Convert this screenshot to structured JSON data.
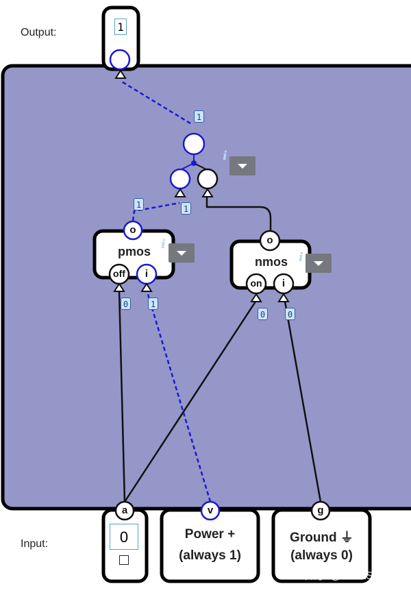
{
  "labels": {
    "output": "Output:",
    "input": "Input:"
  },
  "output_value": "1",
  "input_a": {
    "port": "a",
    "value": "0"
  },
  "power": {
    "port": "v",
    "line1": "Power +",
    "line2": "(always 1)"
  },
  "ground": {
    "port": "g",
    "line1": "Ground ⏚",
    "line2": "(always 0)"
  },
  "pmos": {
    "name": "pmos",
    "out_port": "o",
    "ctrl_port": "off",
    "in_port": "i",
    "ctrl_value": "0",
    "in_value": "1",
    "out_value": "1"
  },
  "nmos": {
    "name": "nmos",
    "out_port": "o",
    "ctrl_port": "on",
    "in_port": "i",
    "ctrl_value": "0",
    "in_value": "0"
  },
  "merge": {
    "out_value": "1",
    "in_value": "1"
  },
  "info_symbol": "i",
  "watermark": "知乎 @ScottSuperb",
  "colors": {
    "board": "#9597c8",
    "signal_on": "#1a1ad0",
    "wire": "#111111",
    "badge_bg": "#cfe4f7"
  }
}
